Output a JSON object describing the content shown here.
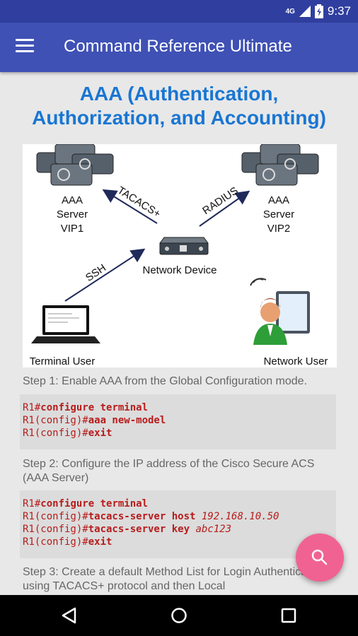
{
  "status_bar": {
    "signal": "4G",
    "time": "9:37"
  },
  "app_bar": {
    "title": "Command Reference Ultimate",
    "menu_icon": "hamburger-menu-icon"
  },
  "page": {
    "title_line1": "AAA (Authentication,",
    "title_line2": "Authorization, and Accounting)"
  },
  "diagram": {
    "server1": [
      "AAA",
      "Server",
      "VIP1"
    ],
    "server2": [
      "AAA",
      "Server",
      "VIP2"
    ],
    "protocol_left": "TACACS+",
    "protocol_right": "RADIUS",
    "device_label": "Network Device",
    "ssh_label": "SSH",
    "terminal_user": "Terminal User",
    "network_user": "Network User"
  },
  "steps": [
    {
      "text": "Step 1: Enable AAA from the Global Configuration mode."
    },
    {
      "text": "Step 2: Configure the IP address of the Cisco Secure ACS (AAA Server)"
    },
    {
      "text": "Step 3: Create a default Method List for Login Authentication, using TACACS+ protocol and then Local"
    }
  ],
  "code_blocks": [
    {
      "lines": [
        {
          "prompt": "R1#",
          "cmd": "configure terminal",
          "arg": ""
        },
        {
          "prompt": "R1(config)#",
          "cmd": "aaa new-model",
          "arg": ""
        },
        {
          "prompt": "R1(config)#",
          "cmd": "exit",
          "arg": ""
        }
      ]
    },
    {
      "lines": [
        {
          "prompt": "R1#",
          "cmd": "configure terminal",
          "arg": ""
        },
        {
          "prompt": "R1(config)#",
          "cmd": "tacacs-server host ",
          "arg": "192.168.10.50"
        },
        {
          "prompt": "R1(config)#",
          "cmd": "tacacs-server key ",
          "arg": "abc123"
        },
        {
          "prompt": "R1(config)#",
          "cmd": "exit",
          "arg": ""
        }
      ]
    }
  ],
  "fab": {
    "icon": "search-icon"
  },
  "nav": {
    "back": "back-icon",
    "home": "home-icon",
    "recents": "recents-icon"
  },
  "colors": {
    "status_bar": "#303f9f",
    "app_bar": "#3f51b5",
    "title": "#1976d2",
    "code": "#b71c1c",
    "fab": "#f06292"
  }
}
